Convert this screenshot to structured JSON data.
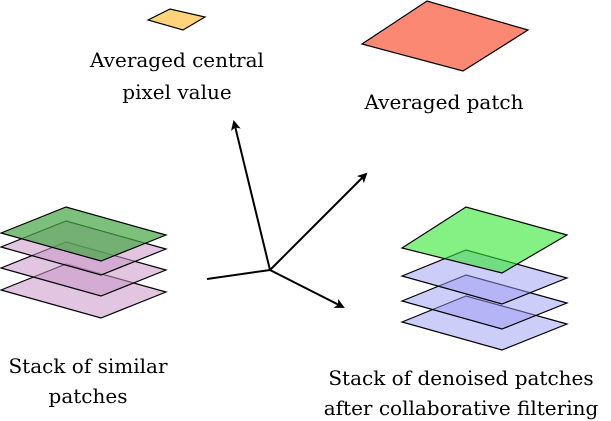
{
  "labels": {
    "averaged_central_line1": "Averaged central",
    "averaged_central_line2": "pixel value",
    "averaged_patch": "Averaged patch",
    "similar_line1": "Stack of similar",
    "similar_line2": "patches",
    "denoised_line1": "Stack of denoised patches",
    "denoised_line2": "after collaborative filtering"
  },
  "colors": {
    "central_pixel": "#ffd37a",
    "averaged_patch": "#fa8872",
    "similar_stack_fill": "#c896c8",
    "similar_top_fill": "#4aa84a",
    "denoised_stack_fill": "#9c9cf4",
    "denoised_top_fill": "#33e833",
    "outline": "#000000"
  }
}
